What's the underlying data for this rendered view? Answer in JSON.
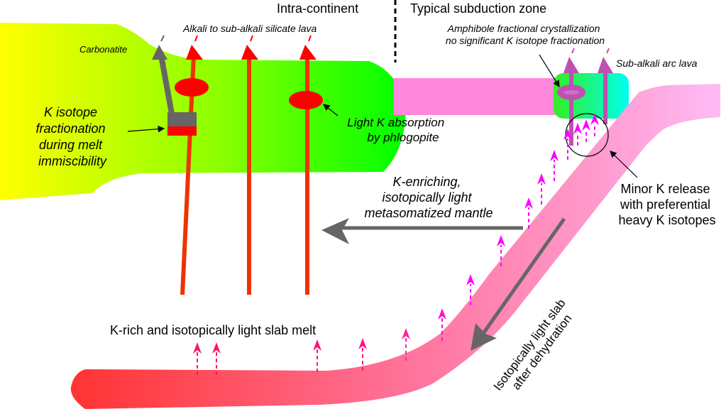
{
  "title": "K isotope fractionation: intra-continent vs typical subduction zone",
  "zones": {
    "left": "Intra-continent",
    "right": "Typical subduction zone"
  },
  "labels": {
    "alkali_lava": "Alkali to sub-alkali silicate lava",
    "carbonatite": "Carbonatite",
    "melt_immiscibility": [
      "K isotope",
      "fractionation",
      "during melt",
      "immiscibility"
    ],
    "phlogopite": [
      "Light K absorption",
      "by phlogopite"
    ],
    "amphibole": [
      "Amphibole fractional crystallization",
      "no significant K isotope fractionation"
    ],
    "arc_lava": "Sub-alkali arc lava",
    "minor_release": [
      "Minor K release",
      "with preferential",
      "heavy K isotopes"
    ],
    "metasomatized": [
      "K-enriching,",
      "isotopically light",
      "metasomatized mantle"
    ],
    "slab_dehydration": [
      "Isotopically light slab",
      "after dehydration"
    ],
    "slab_melt": "K-rich and isotopically light slab melt"
  },
  "colors": {
    "continent_left": "#ffff00",
    "continent_right": "#00ff00",
    "lava_red": "#ff0000",
    "conduit_orange": "#ee3300",
    "carbonatite_gray": "#666666",
    "arc_purple": "#c050b0",
    "fluid_magenta": "#ff00ff",
    "slab_pink": "#ff88cc",
    "slab_red": "#ff3333",
    "mantle_pink": "#ff88dd"
  }
}
